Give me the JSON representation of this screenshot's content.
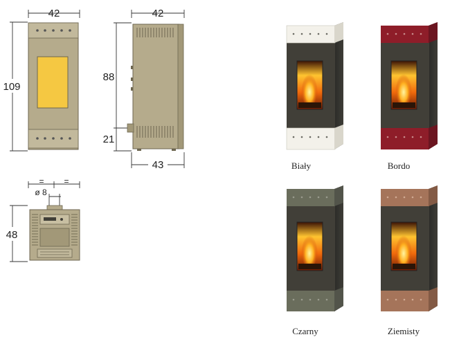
{
  "front_view": {
    "width_label": "42",
    "height_label": "109"
  },
  "side_view": {
    "width_top_label": "42",
    "height_label": "88",
    "offset_label": "21",
    "depth_label": "43"
  },
  "top_view": {
    "spacing_left_label": "=",
    "spacing_right_label": "=",
    "diameter_label": "ø 8",
    "height_label": "48"
  },
  "variants": [
    {
      "name": "Biały",
      "color": "#f3f1ea"
    },
    {
      "name": "Bordo",
      "color": "#8e1d29"
    },
    {
      "name": "Czarny",
      "color": "#6a6d5c"
    },
    {
      "name": "Ziemisty",
      "color": "#a5745a"
    }
  ],
  "colors": {
    "stove_body": "#b5ab8c",
    "stove_dark": "#413f38",
    "glass_yellow": "#f5c842"
  }
}
